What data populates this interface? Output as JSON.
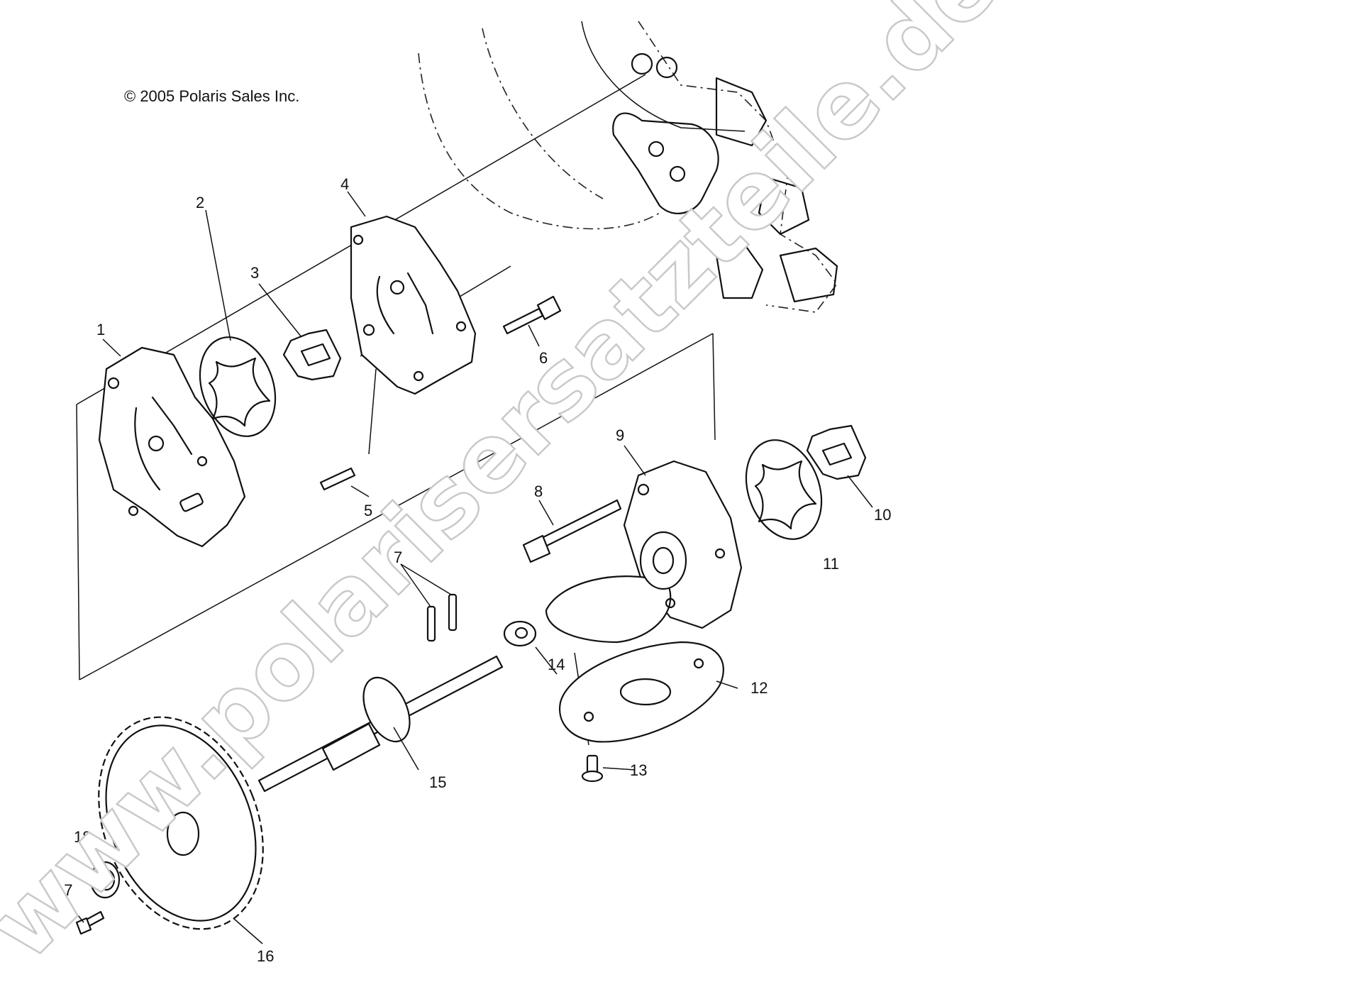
{
  "copyright": "© 2005 Polaris Sales Inc.",
  "watermark": "www.polarisersatzteile.de",
  "callouts": {
    "p1": "1",
    "p2": "2",
    "p3": "3",
    "p4": "4",
    "p5": "5",
    "p6": "6",
    "p7": "7",
    "p8": "8",
    "p9": "9",
    "p10": "10",
    "p11": "11",
    "p12": "12",
    "p13": "13",
    "p14": "14",
    "p15": "15",
    "p16": "16",
    "p17": "17",
    "p18": "18"
  }
}
